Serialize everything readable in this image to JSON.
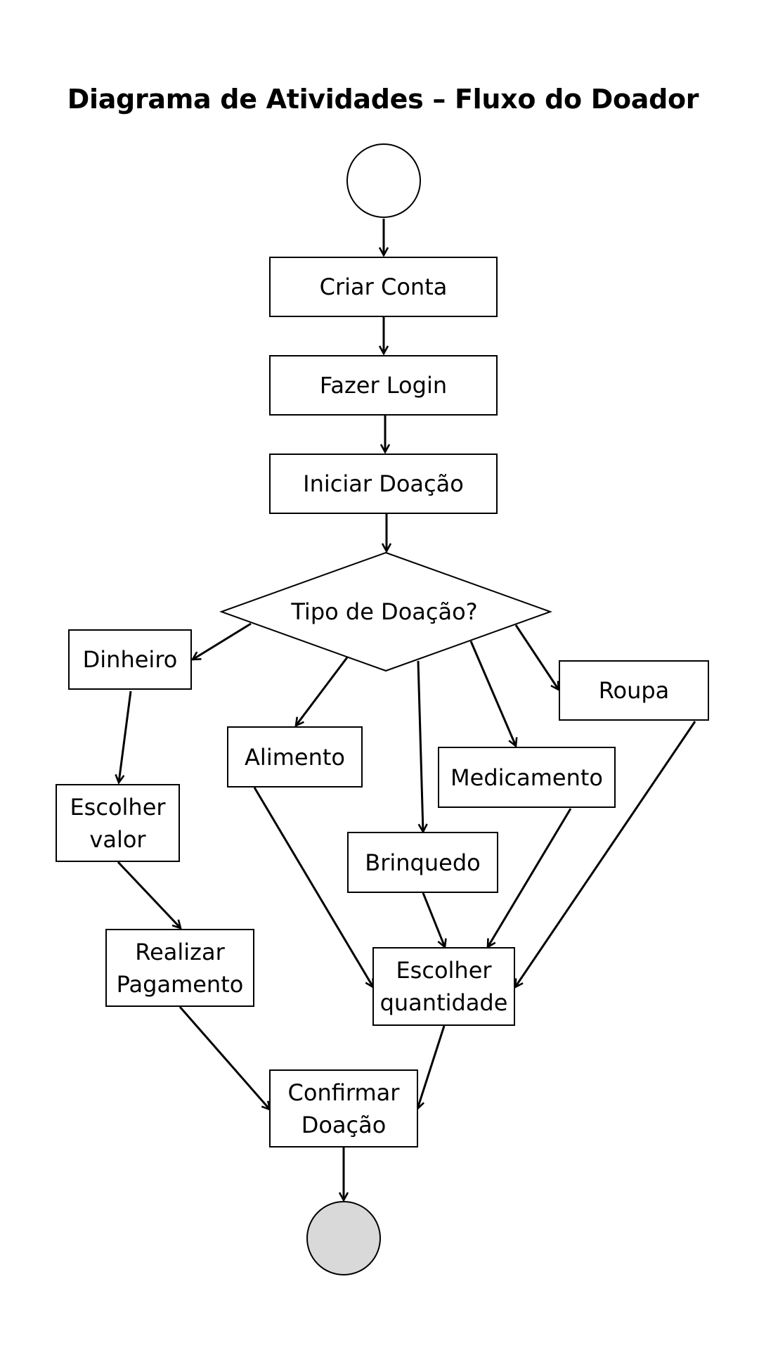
{
  "title": "Diagrama de Atividades – Fluxo do Doador",
  "nodes": {
    "criar_conta": "Criar Conta",
    "fazer_login": "Fazer Login",
    "iniciar_doacao": "Iniciar Doação",
    "tipo_doacao": "Tipo de Doação?",
    "dinheiro": "Dinheiro",
    "alimento": "Alimento",
    "brinquedo": "Brinquedo",
    "medicamento": "Medicamento",
    "roupa": "Roupa",
    "escolher_valor": "Escolher\nvalor",
    "realizar_pagamento": "Realizar\nPagamento",
    "escolher_quantidade": "Escolher\nquantidade",
    "confirmar_doacao": "Confirmar\nDoação"
  },
  "colors": {
    "line": "#000000",
    "start_fill": "#ffffff",
    "end_fill": "#d9d9d9"
  }
}
